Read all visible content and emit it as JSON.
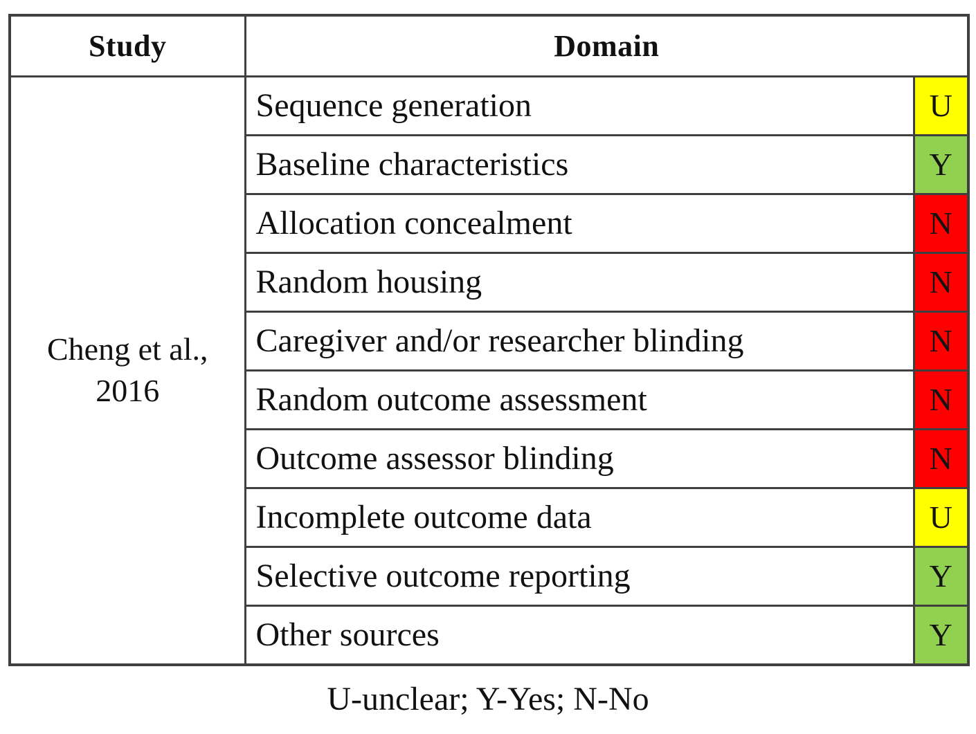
{
  "table": {
    "headers": {
      "study": "Study",
      "domain": "Domain"
    },
    "study_label": "Cheng et al., 2016",
    "rows": [
      {
        "domain": "Sequence generation",
        "rating": "U"
      },
      {
        "domain": "Baseline characteristics",
        "rating": "Y"
      },
      {
        "domain": "Allocation concealment",
        "rating": "N"
      },
      {
        "domain": "Random housing",
        "rating": "N"
      },
      {
        "domain": "Caregiver and/or researcher blinding",
        "rating": "N"
      },
      {
        "domain": "Random outcome assessment",
        "rating": "N"
      },
      {
        "domain": "Outcome assessor blinding",
        "rating": "N"
      },
      {
        "domain": "Incomplete outcome data",
        "rating": "U"
      },
      {
        "domain": "Selective outcome reporting",
        "rating": "Y"
      },
      {
        "domain": "Other sources",
        "rating": "Y"
      }
    ],
    "rating_colors": {
      "U": "#ffff00",
      "Y": "#92d050",
      "N": "#ff0000"
    }
  },
  "legend": {
    "text": "U-unclear; Y-Yes; N-No"
  }
}
